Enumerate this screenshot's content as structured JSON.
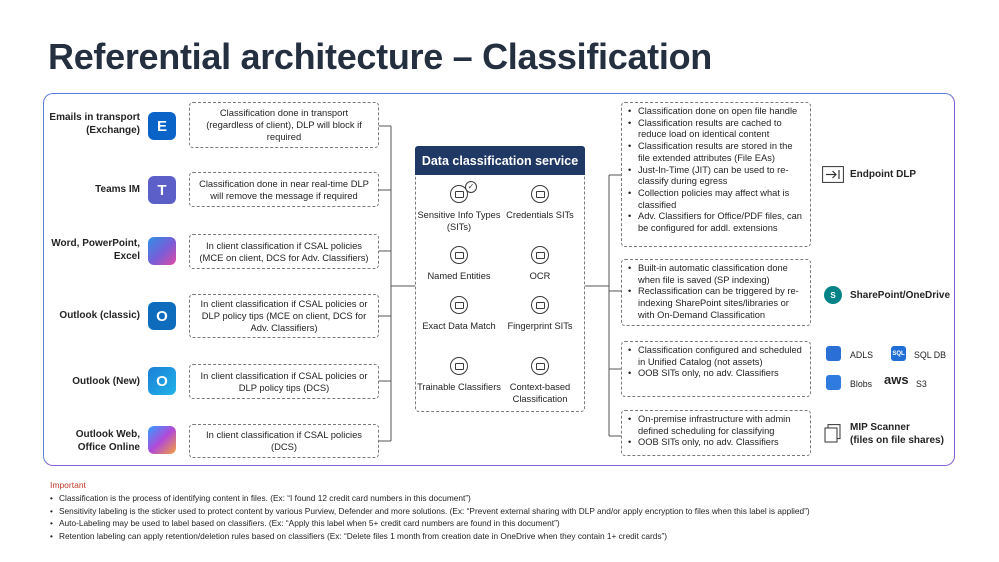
{
  "title": "Referential architecture – Classification",
  "sources": [
    {
      "label": "Emails in transport\n(Exchange)",
      "icon": "exchange-icon",
      "icon_text": "E",
      "color": "#0a64c8",
      "description": "Classification done in transport (regardless of client), DLP will block if required"
    },
    {
      "label": "Teams IM",
      "icon": "teams-icon",
      "icon_text": "T",
      "color": "#5b5fc7",
      "description": "Classification done in near real-time DLP will remove the message if required"
    },
    {
      "label": "Word, PowerPoint,\nExcel",
      "icon": "microsoft365-icon",
      "icon_text": "",
      "color": "#7b5cd6",
      "description": "In client classification if CSAL policies (MCE on client, DCS for Adv. Classifiers)"
    },
    {
      "label": "Outlook (classic)",
      "icon": "outlook-classic-icon",
      "icon_text": "O",
      "color": "#0f6cbd",
      "description": "In client classification if CSAL policies or DLP policy tips (MCE on client, DCS for Adv. Classifiers)"
    },
    {
      "label": "Outlook (New)",
      "icon": "outlook-new-icon",
      "icon_text": "O",
      "color": "#1b7fd6",
      "description": "In client classification if CSAL policies or DLP policy tips (DCS)"
    },
    {
      "label": "Outlook Web,\nOffice Online",
      "icon": "copilot-icon",
      "icon_text": "",
      "color": "#b04ad8",
      "description": "In client classification if CSAL policies (DCS)"
    }
  ],
  "service": {
    "title": "Data classification service",
    "items": [
      {
        "label": "Sensitive Info Types (SITs)",
        "icon": "sensitive-info-icon"
      },
      {
        "label": "Credentials SITs",
        "icon": "credentials-icon"
      },
      {
        "label": "Named Entities",
        "icon": "named-entities-icon"
      },
      {
        "label": "OCR",
        "icon": "ocr-icon"
      },
      {
        "label": "Exact Data Match",
        "icon": "exact-data-match-icon"
      },
      {
        "label": "Fingerprint SITs",
        "icon": "fingerprint-icon"
      },
      {
        "label": "Trainable Classifiers",
        "icon": "trainable-classifier-icon"
      },
      {
        "label": "Context-based Classification",
        "icon": "context-classification-icon"
      }
    ]
  },
  "destinations": [
    {
      "bullets": [
        "Classification done on open file handle",
        "Classification results are cached to reduce load on identical content",
        "Classification results are stored in the file extended attributes (File EAs)",
        "Just-In-Time (JIT) can be used to re-classify during egress",
        "Collection policies may affect what is classified",
        "Adv. Classifiers for Office/PDF files, can be configured for addl. extensions"
      ]
    },
    {
      "bullets": [
        "Built-in automatic classification done when file is saved (SP indexing)",
        "Reclassification can be triggered by re-indexing SharePoint sites/libraries or with On-Demand Classification"
      ]
    },
    {
      "bullets": [
        "Classification configured and scheduled in Unified Catalog (not assets)",
        "OOB SITs only, no adv. Classifiers"
      ]
    },
    {
      "bullets": [
        "On-premise infrastructure with admin defined scheduling for classifying",
        "OOB SITs only, no adv. Classifiers"
      ]
    }
  ],
  "targets": {
    "endpoint": "Endpoint DLP",
    "sharepoint": "SharePoint/OneDrive",
    "adls": "ADLS",
    "sqldb": "SQL DB",
    "blobs": "Blobs",
    "aws": "aws",
    "s3": "S3",
    "scanner": "MIP Scanner\n(files on file shares)"
  },
  "important": {
    "title": "Important",
    "notes": [
      "Classification is the process of identifying content in files. (Ex: “I found 12 credit card numbers in this document”)",
      "Sensitivity labeling is the sticker used to protect content by various Purview, Defender and more solutions. (Ex: “Prevent external sharing with DLP and/or apply encryption to files when this label is applied”)",
      "Auto-Labeling may be used to label based on classifiers. (Ex: “Apply this label when 5+ credit card numbers are found in this document”)",
      "Retention labeling can apply retention/deletion rules based on classifiers (Ex: “Delete files 1 month from creation date in OneDrive when they contain 1+ credit cards”)"
    ]
  }
}
